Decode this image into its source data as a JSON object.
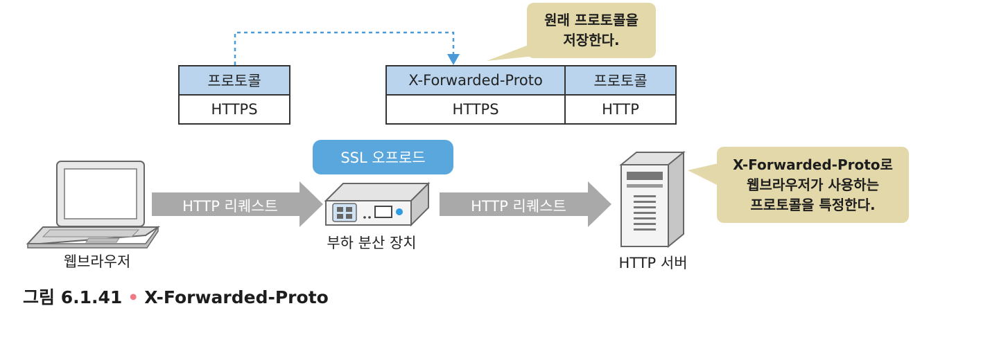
{
  "left_table": {
    "header": "프로토콜",
    "value": "HTTPS"
  },
  "right_table": {
    "headers": [
      "X-Forwarded-Proto",
      "프로토콜"
    ],
    "values": [
      "HTTPS",
      "HTTP"
    ]
  },
  "balloon_top": {
    "line1": "원래 프로토콜을",
    "line2": "저장한다."
  },
  "balloon_right": {
    "line1": "X-Forwarded-Proto로",
    "line2": "웹브라우저가 사용하는",
    "line3": "프로토콜을 특정한다."
  },
  "ssl_badge": "SSL 오프로드",
  "arrows": [
    "HTTP 리퀘스트",
    "HTTP 리퀘스트"
  ],
  "nodes": {
    "browser": "웹브라우저",
    "load_balancer": "부하 분산 장치",
    "server": "HTTP 서버"
  },
  "caption": {
    "number": "그림 6.1.41",
    "bullet": "•",
    "title": "X-Forwarded-Proto"
  },
  "colors": {
    "table_header": "#b9d4ec",
    "balloon": "#e3d8a9",
    "ssl_badge": "#5aa7dd",
    "arrow": "#a9a9a9",
    "dashed_line": "#4a9ad8",
    "caption_bullet": "#f07a86"
  }
}
